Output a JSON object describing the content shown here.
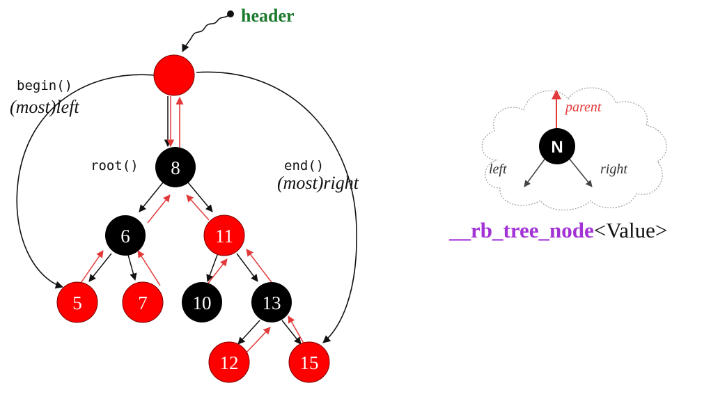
{
  "labels": {
    "header": "header",
    "begin": "begin()",
    "most_left": "(most)left",
    "root": "root()",
    "end": "end()",
    "most_right": "(most)right"
  },
  "tree": {
    "header_node_color": "red",
    "nodes": [
      {
        "value": "8",
        "color": "black"
      },
      {
        "value": "6",
        "color": "black"
      },
      {
        "value": "11",
        "color": "red"
      },
      {
        "value": "5",
        "color": "red"
      },
      {
        "value": "7",
        "color": "red"
      },
      {
        "value": "10",
        "color": "black"
      },
      {
        "value": "13",
        "color": "black"
      },
      {
        "value": "12",
        "color": "red"
      },
      {
        "value": "15",
        "color": "red"
      }
    ]
  },
  "legend": {
    "node_letter": "N",
    "parent": "parent",
    "left": "left",
    "right": "right",
    "type_name": "__rb_tree_node",
    "type_param": "<Value>"
  },
  "colors": {
    "red_node": "#ff0000",
    "black_node": "#000000",
    "parent_arrow": "#e23a3a",
    "header_text": "#1c7a2c",
    "type_name": "#a332d6"
  }
}
